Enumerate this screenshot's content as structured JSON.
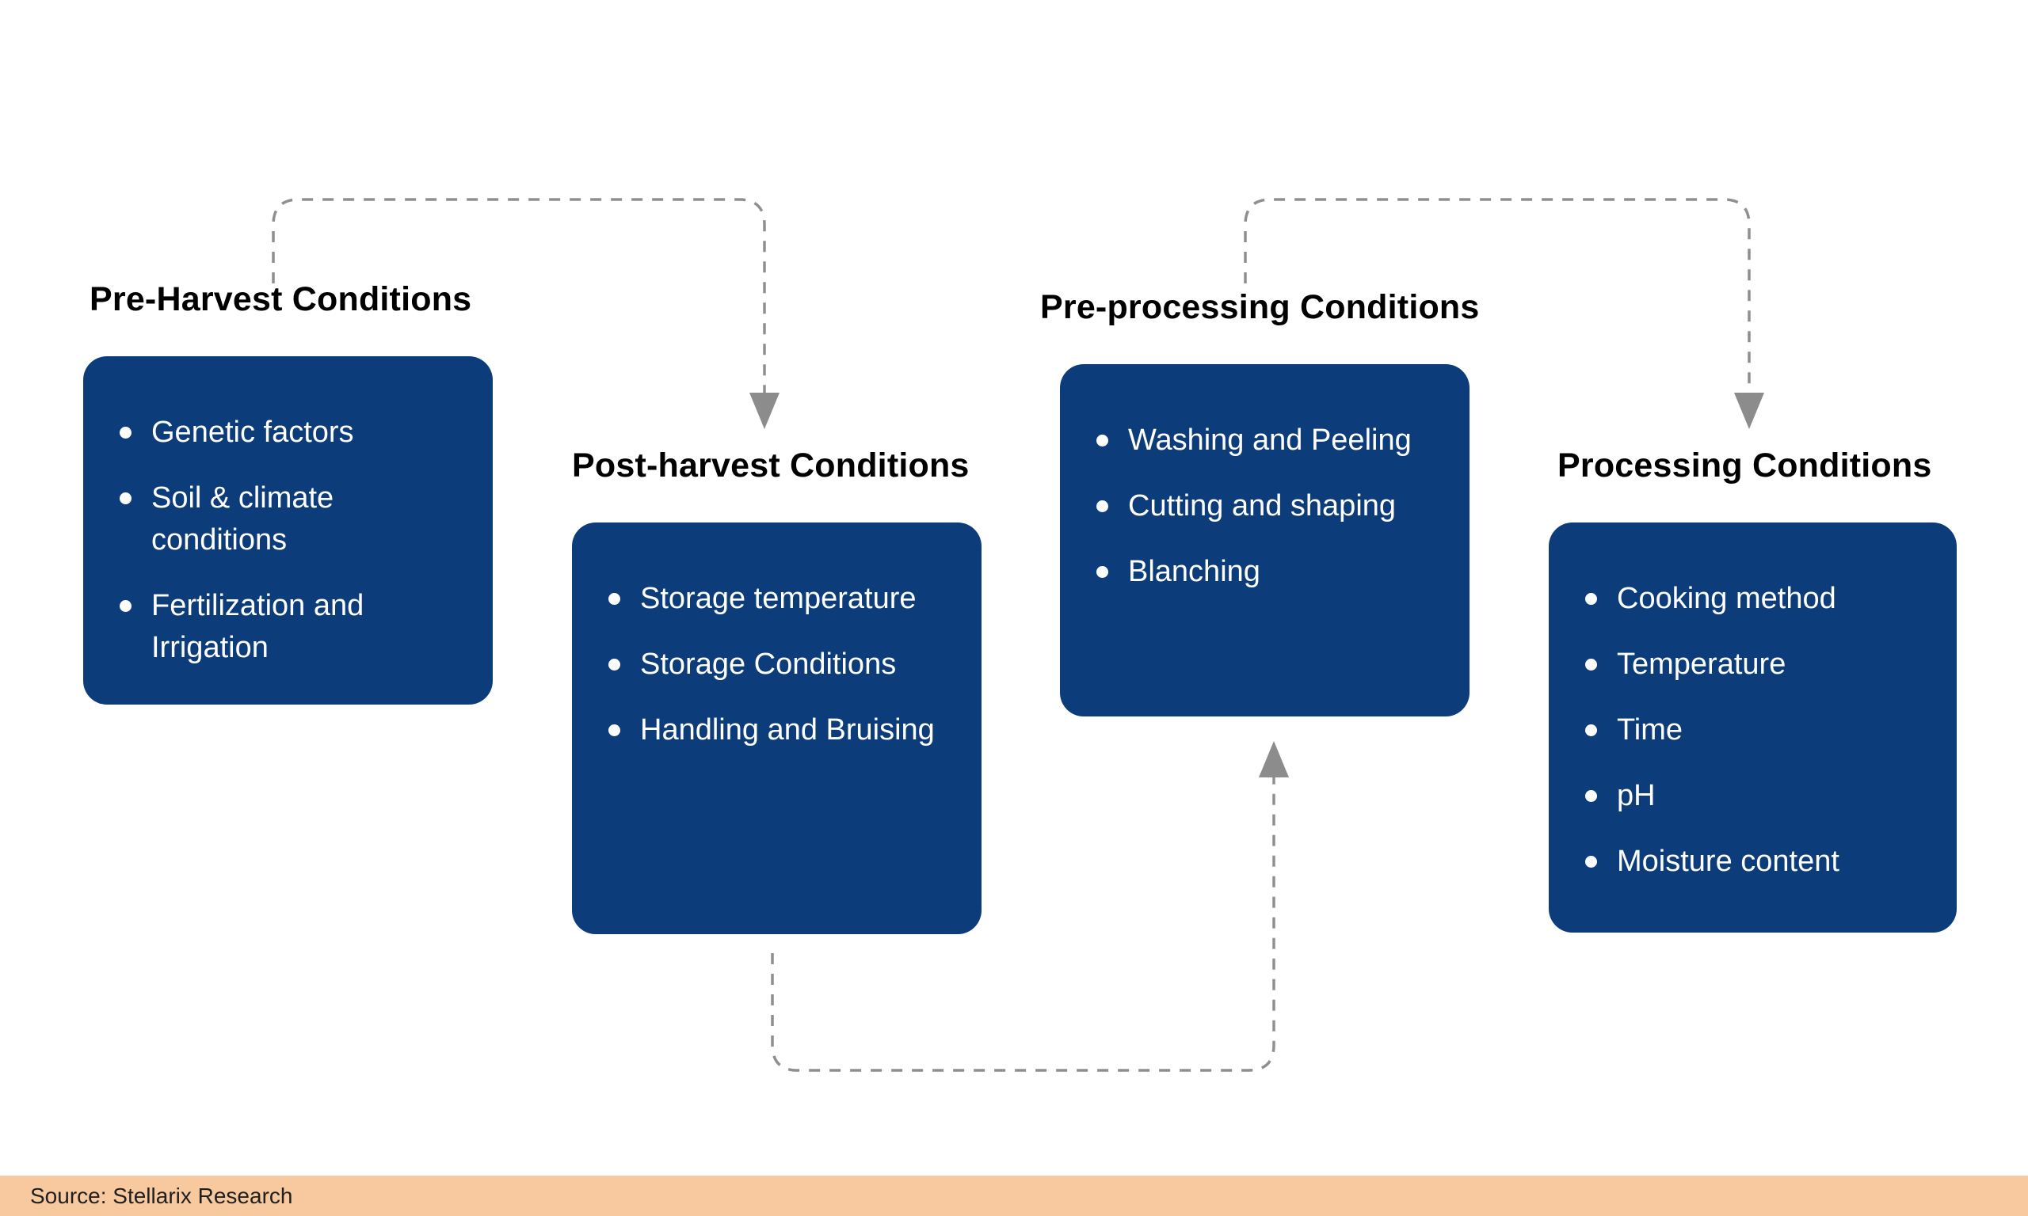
{
  "colors": {
    "page_bg": "#ffffff",
    "box_bg": "#0d3c7a",
    "box_text": "#ffffff",
    "title_text": "#000000",
    "arrow": "#8f8f8f",
    "arrowhead": "#8c8c8c",
    "footer_bg": "#f8c99e",
    "footer_text": "#1f1f1f"
  },
  "groups": [
    {
      "title": "Pre-Harvest Conditions",
      "items": [
        "Genetic factors",
        "Soil & climate conditions",
        "Fertilization and Irrigation"
      ]
    },
    {
      "title": "Post-harvest Conditions",
      "items": [
        "Storage temperature",
        "Storage Conditions",
        "Handling and Bruising"
      ]
    },
    {
      "title": "Pre-processing Conditions",
      "items": [
        "Washing and Peeling",
        "Cutting and shaping",
        "Blanching"
      ]
    },
    {
      "title": "Processing Conditions",
      "items": [
        "Cooking method",
        "Temperature",
        "Time",
        "pH",
        "Moisture content"
      ]
    }
  ],
  "footer": {
    "source_label": "Source: Stellarix Research"
  }
}
